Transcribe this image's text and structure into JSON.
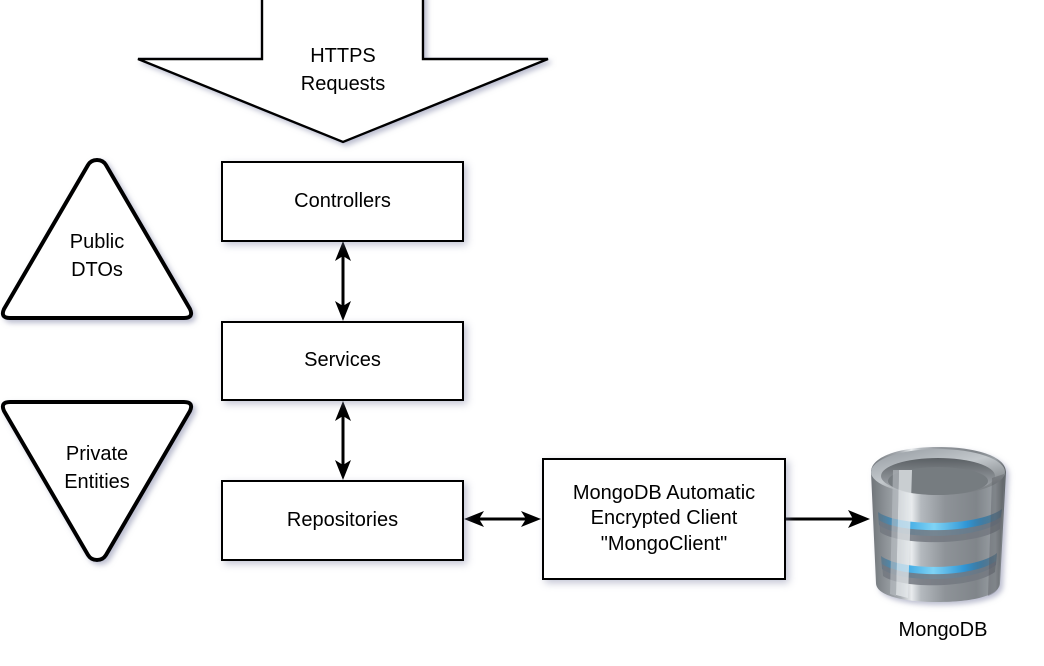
{
  "diagram": {
    "title": "Application Layered Architecture with MongoDB",
    "background_color": "#ffffff",
    "stroke_color": "#000000",
    "shadow_color": "#787da0"
  },
  "nodes": {
    "https_requests": {
      "label": "HTTPS\nRequests",
      "shape": "down-arrow-block"
    },
    "public_dtos": {
      "label": "Public\nDTOs",
      "shape": "triangle-up"
    },
    "private_entities": {
      "label": "Private\nEntities",
      "shape": "triangle-down"
    },
    "controllers": {
      "label": "Controllers",
      "shape": "rectangle"
    },
    "services": {
      "label": "Services",
      "shape": "rectangle"
    },
    "repositories": {
      "label": "Repositories",
      "shape": "rectangle"
    },
    "mongo_client": {
      "label": "MongoDB Automatic\nEncrypted Client\n\"MongoClient\"",
      "shape": "rectangle"
    },
    "mongodb_database": {
      "label": "MongoDB",
      "shape": "database-cylinder",
      "icon": "database-cylinder-icon",
      "body_color": "#8d9196",
      "highlight_color": "#3fa9dd"
    }
  },
  "connectors": [
    {
      "name": "controllers-services",
      "from": "controllers",
      "to": "services",
      "style": "double-arrow-vertical"
    },
    {
      "name": "services-repositories",
      "from": "services",
      "to": "repositories",
      "style": "double-arrow-vertical"
    },
    {
      "name": "repositories-mongoclient",
      "from": "repositories",
      "to": "mongo_client",
      "style": "double-arrow-horizontal"
    },
    {
      "name": "mongoclient-mongodb",
      "from": "mongo_client",
      "to": "mongodb_database",
      "style": "single-arrow-horizontal"
    }
  ]
}
